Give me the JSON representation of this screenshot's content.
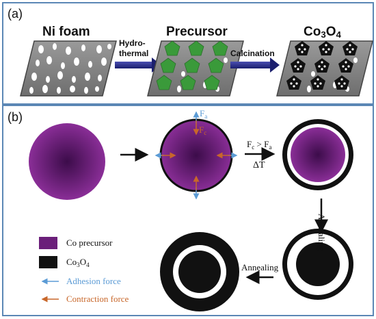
{
  "panel_a": {
    "label": "(a)",
    "stages": [
      "Ni foam",
      "Precursor",
      "Co3O4"
    ],
    "arrow1_label_line1": "Hydro-",
    "arrow1_label_line2": "thermal",
    "arrow2_label": "Calcination"
  },
  "panel_b": {
    "label": "(b)",
    "force_fa": "F",
    "force_fa_sub": "a",
    "force_fc": "F",
    "force_fc_sub": "c",
    "condition_top": "F",
    "condition_c": "c",
    "condition_gt": " > F",
    "condition_a": "a",
    "condition_bottom": "ΔT",
    "annealing_vertical": "Annealing",
    "annealing_horizontal": "Annealing",
    "legend": {
      "co_precursor": "Co precursor",
      "co3o4_base": "Co",
      "co3o4_sub1": "3",
      "co3o4_mid": "O",
      "co3o4_sub2": "4",
      "adhesion": "Adhesion force",
      "contraction": "Contraction force"
    }
  },
  "colors": {
    "border": "#5b87b5",
    "purple": "#6b1f7a",
    "adhesion": "#5b9bd5",
    "contraction": "#c8672a",
    "green": "#3a9a3a",
    "arrow_blue": "#2b2f8f"
  }
}
